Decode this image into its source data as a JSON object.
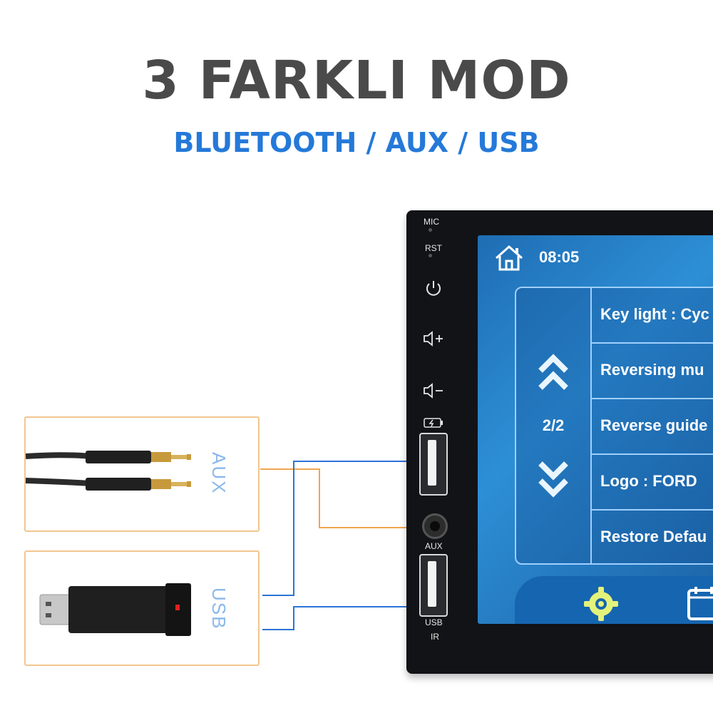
{
  "header": {
    "title": "3 FARKLI MOD",
    "subtitle": "BLUETOOTH / AUX / USB"
  },
  "left_panels": {
    "aux_label": "AUX",
    "usb_label": "USB"
  },
  "device": {
    "labels": {
      "mic": "MIC",
      "rst": "RST",
      "aux": "AUX",
      "usb": "USB",
      "ir": "IR"
    },
    "screen": {
      "time": "08:05",
      "page": "2/2",
      "menu_items": [
        "Key light : Cyc",
        "Reversing mu",
        "Reverse guide",
        "Logo : FORD",
        "Restore Defau"
      ]
    }
  },
  "colors": {
    "title": "#4a4a4a",
    "accent": "#2479d9",
    "box_border": "#f1c68f",
    "line_orange": "#f0a64f",
    "line_blue": "#2c73d6"
  },
  "icons": [
    "home-icon",
    "power-icon",
    "volume-up-icon",
    "volume-down-icon",
    "battery-icon",
    "chevron-up-icon",
    "chevron-down-icon",
    "settings-icon",
    "calendar-icon"
  ]
}
